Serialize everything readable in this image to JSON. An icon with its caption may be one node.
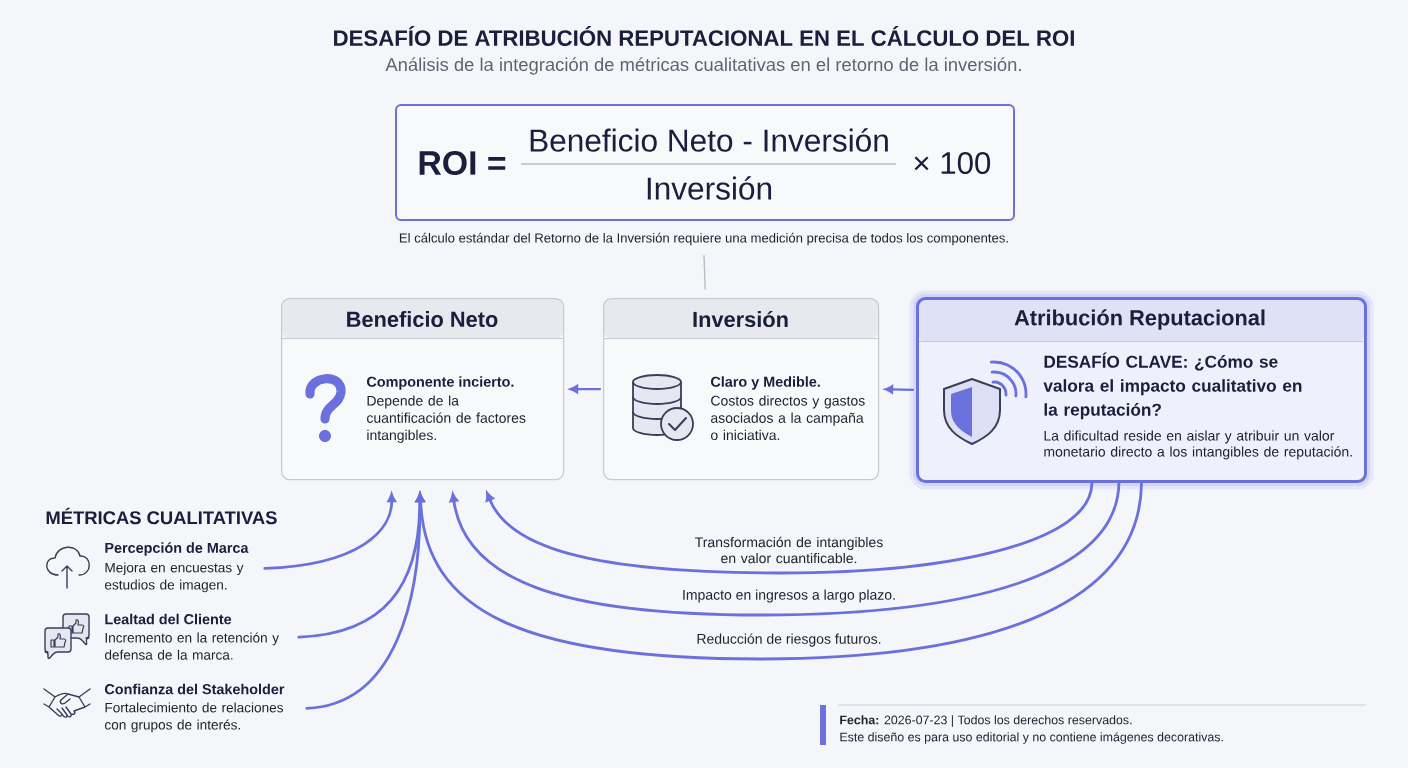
{
  "diagram": {
    "title": "DESAFÍO DE ATRIBUCIÓN REPUTACIONAL EN EL CÁLCULO DEL ROI",
    "nodes": [
      {
        "text": [
          "ROI =",
          "Beneficio Neto - Inversión",
          "Inversión",
          "× 100"
        ],
        "beside": [
          "El cálculo estándar del Retorno de la Inversión requiere una medición precisa de todos los componentes."
        ]
      },
      {
        "text": [
          "Beneficio Neto",
          "Componente incierto.",
          "Depende de la cuantificación de factores intangibles."
        ]
      },
      {
        "text": [
          "Inversión",
          "Claro y Medible.",
          "Costos directos y gastos asociados a la campaña o iniciativa."
        ]
      },
      {
        "text": [
          "Atribución Reputacional",
          "DESAFÍO CLAVE: ¿Cómo se valora el impacto cualitativo en la reputación?",
          "La dificultad reside en aislar y atribuir un valor monetario directo a los intangibles de reputación."
        ]
      },
      {
        "text": [
          "Percepción de Marca",
          "Mejora en encuestas y estudios de imagen."
        ]
      },
      {
        "text": [
          "Lealtad del Cliente",
          "Incremento en la retención y defensa de la marca."
        ]
      },
      {
        "text": [
          "Confianza del Stakeholder",
          "Fortalecimiento de relaciones con grupos de interés."
        ]
      }
    ],
    "edges": [
      {
        "from": 0,
        "to": 2,
        "arrow": "none",
        "color": "#b9bdc7"
      },
      {
        "from": 2,
        "to": 1,
        "arrow": "to"
      },
      {
        "from": 3,
        "to": 2,
        "arrow": "to"
      },
      {
        "from": 4,
        "to": 1,
        "arrow": "to"
      },
      {
        "from": 5,
        "to": 1,
        "arrow": "to"
      },
      {
        "from": 6,
        "to": 1,
        "arrow": "to"
      },
      {
        "from": 3,
        "to": 1,
        "arrow": "to",
        "label": "Transformación de intangibles en valor cuantificable."
      },
      {
        "from": 3,
        "to": 1,
        "arrow": "to",
        "label": "Impacto en ingresos a largo plazo."
      },
      {
        "from": 3,
        "to": 1,
        "arrow": "to",
        "label": "Reducción de riesgos futuros."
      }
    ],
    "labels": [
      "Análisis de la integración de métricas cualitativas en el retorno de la inversión.",
      "MÉTRICAS CUALITATIVAS",
      "**Fecha:** 2026-07-23 | Todos los derechos reservados.",
      "Este diseño es para uso editorial y no contiene imágenes decorativas."
    ]
  }
}
